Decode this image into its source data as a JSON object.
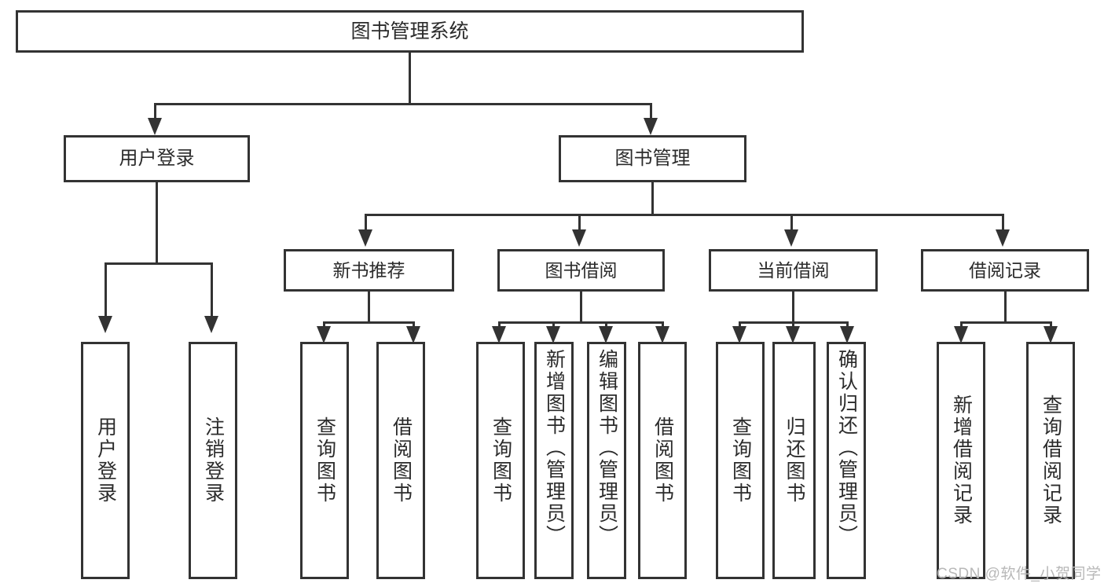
{
  "diagram": {
    "title_node": {
      "label": "图书管理系统"
    },
    "level1": [
      {
        "label": "用户登录"
      },
      {
        "label": "图书管理"
      }
    ],
    "level2": [
      {
        "label": "新书推荐"
      },
      {
        "label": "图书借阅"
      },
      {
        "label": "当前借阅"
      },
      {
        "label": "借阅记录"
      }
    ],
    "leaves": {
      "user_login": [
        {
          "label": "用户登录"
        },
        {
          "label": "注销登录"
        }
      ],
      "new_book": [
        {
          "label": "查询图书"
        },
        {
          "label": "借阅图书"
        }
      ],
      "book_borrow": [
        {
          "label": "查询图书"
        },
        {
          "label": "新增图书（管理员）"
        },
        {
          "label": "编辑图书（管理员）"
        },
        {
          "label": "借阅图书"
        }
      ],
      "current_borrow": [
        {
          "label": "查询图书"
        },
        {
          "label": "归还图书"
        },
        {
          "label": "确认归还（管理员）"
        }
      ],
      "borrow_record": [
        {
          "label": "新增借阅记录"
        },
        {
          "label": "查询借阅记录"
        }
      ]
    }
  },
  "watermark": {
    "text": "CSDN @软件_小贺同学"
  },
  "colors": {
    "stroke": "#333333",
    "text": "#2b2b2b",
    "background": "#ffffff",
    "watermark": "#b8b8b8"
  }
}
